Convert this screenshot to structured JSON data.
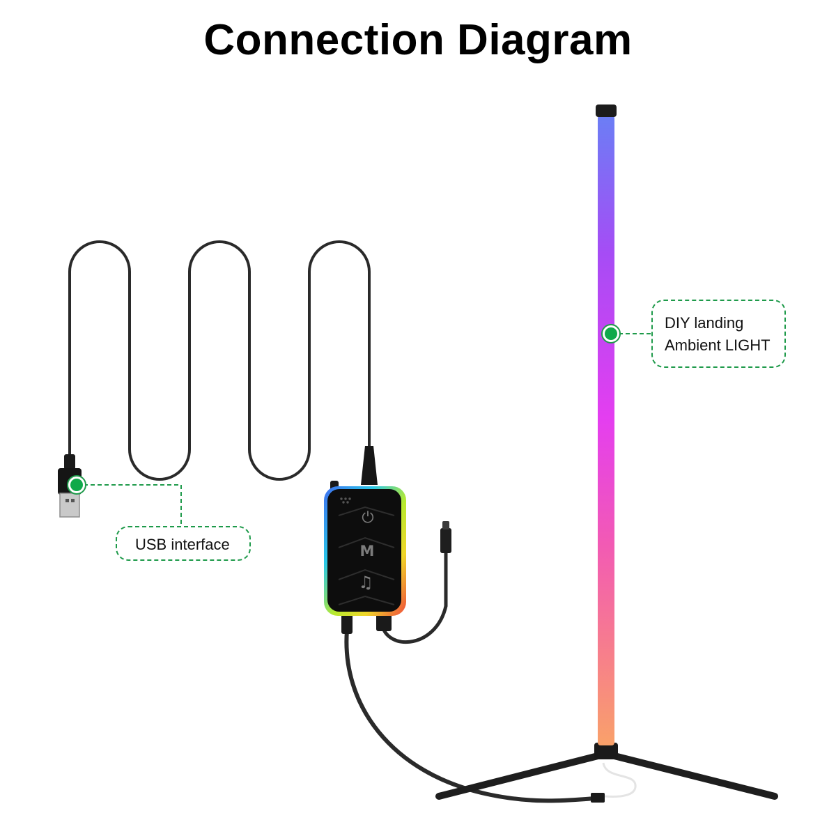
{
  "title": "Connection Diagram",
  "callouts": {
    "usb": {
      "label": "USB interface"
    },
    "light": {
      "line1": "DIY landing",
      "line2": "Ambient LIGHT"
    }
  },
  "controller": {
    "buttons": [
      {
        "name": "power-icon",
        "glyph": "⏻"
      },
      {
        "name": "mode-icon",
        "glyph": "M"
      },
      {
        "name": "music-icon",
        "glyph": "♫"
      }
    ]
  },
  "colors": {
    "accent": "#1e9a4a",
    "marker": "#0fa94a",
    "cable": "#2a2a2a",
    "controller_body": "#0d0d0d",
    "light_gradient": [
      "#6b7ef5",
      "#a64cf5",
      "#e43ef0",
      "#f25ab4",
      "#f7808a",
      "#f9a16a"
    ]
  }
}
